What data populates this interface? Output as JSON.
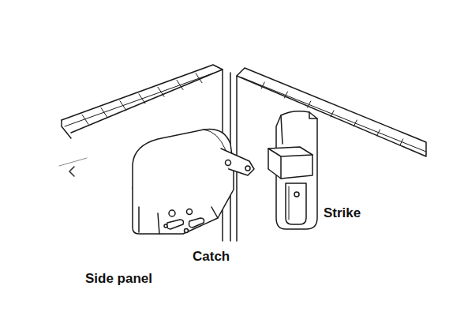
{
  "diagram": {
    "labels": [
      "Strike",
      "Catch",
      "Side panel"
    ]
  }
}
